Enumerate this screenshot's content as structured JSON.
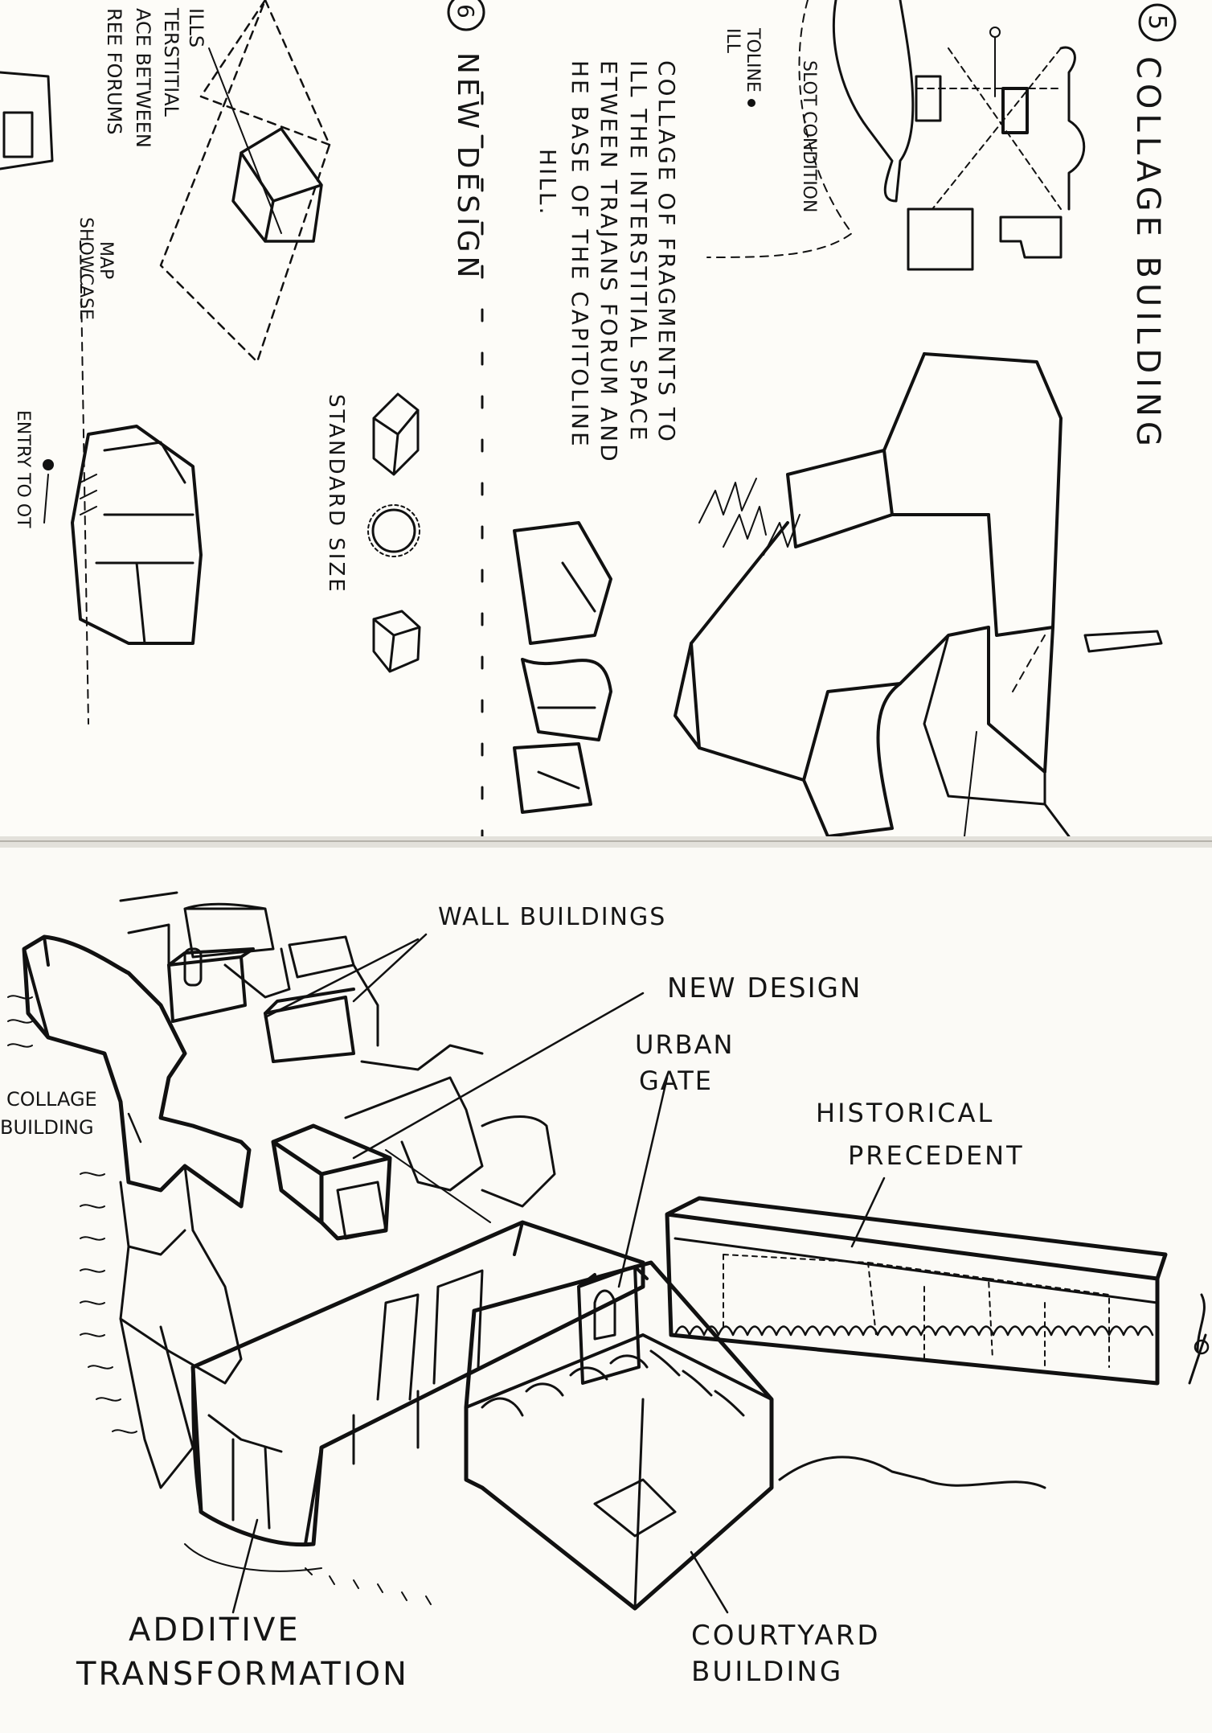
{
  "top_page": {
    "numbered_title": {
      "number": "5",
      "title": "COLLAGE BUILDING"
    },
    "slot_condition": "SLOT CONDITION",
    "capitoline_hill": [
      "TOLINE",
      "ILL"
    ],
    "collage_note": [
      "COLLAGE OF FRAGMENTS TO",
      "ILL THE INTERSTITIAL SPACE",
      "ETWEEN TRAJANS FORUM AND",
      "HE BASE OF THE CAPITOLINE",
      "HILL."
    ],
    "new_design": {
      "number": "6",
      "title": "NEW DESIGN"
    },
    "standard_size": "STANDARD SIZE",
    "interstitial_note": [
      "ILLS",
      "TERSTITIAL",
      "ACE BETWEEN",
      "REE FORUMS"
    ],
    "map_showcase": [
      "MAP",
      "SHOWCASE"
    ],
    "entry": "ENTRY TO OT"
  },
  "bottom_page": {
    "labels": {
      "wall_buildings": "WALL BUILDINGS",
      "new_design": "NEW DESIGN",
      "urban_gate": [
        "URBAN",
        "GATE"
      ],
      "historical_precedent": [
        "HISTORICAL",
        "PRECEDENT"
      ],
      "collage_building": [
        "COLLAGE",
        "BUILDING"
      ],
      "additive_transformation": [
        "ADDITIVE",
        "TRANSFORMATION"
      ],
      "courtyard_building": [
        "COURTYARD",
        "BUILDING"
      ]
    }
  }
}
